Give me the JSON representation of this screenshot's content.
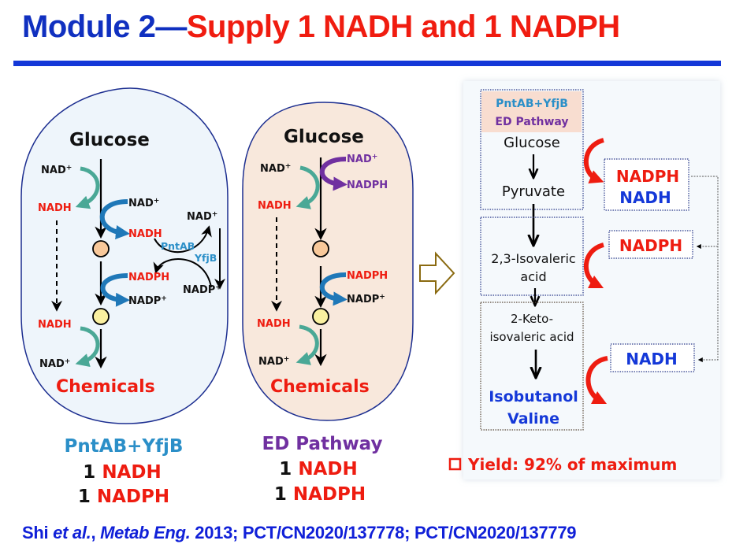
{
  "title": {
    "part1": "Module 2",
    "dash": "—",
    "part2": "Supply 1 NADH and 1 NADPH"
  },
  "colors": {
    "title_blue": "#1030c0",
    "title_red": "#f01c10",
    "nadh_red": "#ee1c10",
    "pntab_blue": "#2b8fc8",
    "ed_purple": "#7030a0",
    "teal_arrow": "#4aa896",
    "blue_arrow": "#1f78b8",
    "cell1_fill": "#eef5fb",
    "cell2_fill": "#f8e8dc",
    "cell_border": "#1c2e90"
  },
  "cell_pntab": {
    "glucose": "Glucose",
    "nad_top_left": "NAD+",
    "nadh_left": "NADH",
    "nad_mid": "NAD+",
    "nadh_mid": "NADH",
    "nad_right": "NAD+",
    "enzyme_pntab": "PntAB",
    "enzyme_yfjb": "YfjB",
    "nadph": "NADPH",
    "nadp_plus": "NADP+",
    "nadp_right": "NADP+",
    "nadh_bottom": "NADH",
    "nad_bottom": "NAD+",
    "chemicals": "Chemicals",
    "caption_name": "PntAB+YfjB",
    "caption_line1_num": "1",
    "caption_line1_cof": "NADH",
    "caption_line2_num": "1",
    "caption_line2_cof": "NADPH"
  },
  "cell_ed": {
    "glucose": "Glucose",
    "nad_left": "NAD+",
    "nadh_left": "NADH",
    "nad_purple": "NAD+",
    "nadph_purple": "NADPH",
    "nadph": "NADPH",
    "nadp_plus": "NADP+",
    "nadh_bottom": "NADH",
    "nad_bottom": "NAD+",
    "chemicals": "Chemicals",
    "caption_name": "ED Pathway",
    "caption_line1_num": "1",
    "caption_line1_cof": "NADH",
    "caption_line2_num": "1",
    "caption_line2_cof": "NADPH"
  },
  "pathway": {
    "header_line1": "PntAB+YfjB",
    "header_line2": "ED Pathway",
    "steps": [
      "Glucose",
      "Pyruvate",
      "2,3-Isovaleric",
      "acid",
      "2-Keto-",
      "isovaleric acid"
    ],
    "products": [
      "Isobutanol",
      "Valine"
    ],
    "cofactor_box1_line1": "NADPH",
    "cofactor_box1_line2": "NADH",
    "cofactor_box2": "NADPH",
    "cofactor_box3": "NADH",
    "yield_text": "Yield: 92% of maximum"
  },
  "footer": {
    "author": "Shi ",
    "etal": "et al.",
    "sep": ", ",
    "journal": "Metab Eng.",
    "rest": " 2013; PCT/CN2020/137778; PCT/CN2020/137779"
  }
}
